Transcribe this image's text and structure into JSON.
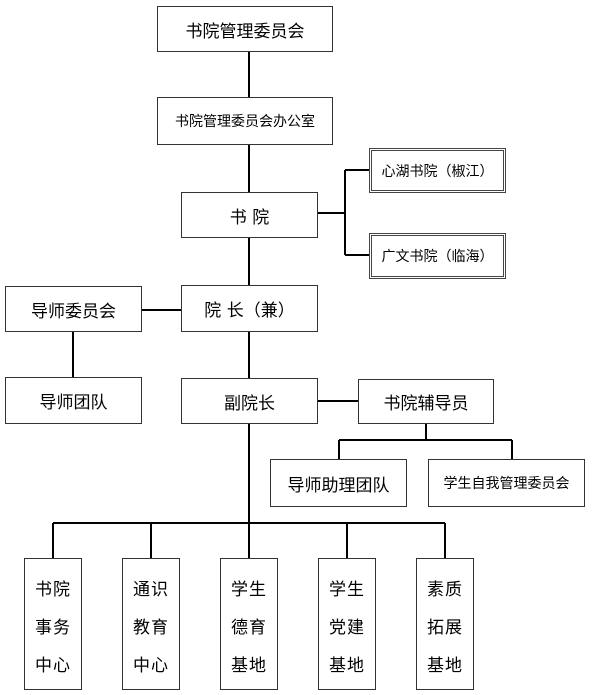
{
  "nodes": {
    "committee": "书院管理委员会",
    "committee_office": "书院管理委员会办公室",
    "academy": "书 院",
    "xinhu": "心湖书院（椒江）",
    "guangwen": "广文书院（临海）",
    "dean": "院 长（兼）",
    "mentor_committee": "导师委员会",
    "mentor_team": "导师团队",
    "vice_dean": "副院长",
    "counselor": "书院辅导员",
    "assistant_team": "导师助理团队",
    "student_committee": "学生自我管理委员会",
    "affairs_center": "书院\n事务\n中心",
    "education_center": "通识\n教育\n中心",
    "moral_base": "学生\n德育\n基地",
    "party_base": "学生\n党建\n基地",
    "quality_base": "素质\n拓展\n基地"
  },
  "colors": {
    "line": "#000000",
    "border": "#333333"
  }
}
